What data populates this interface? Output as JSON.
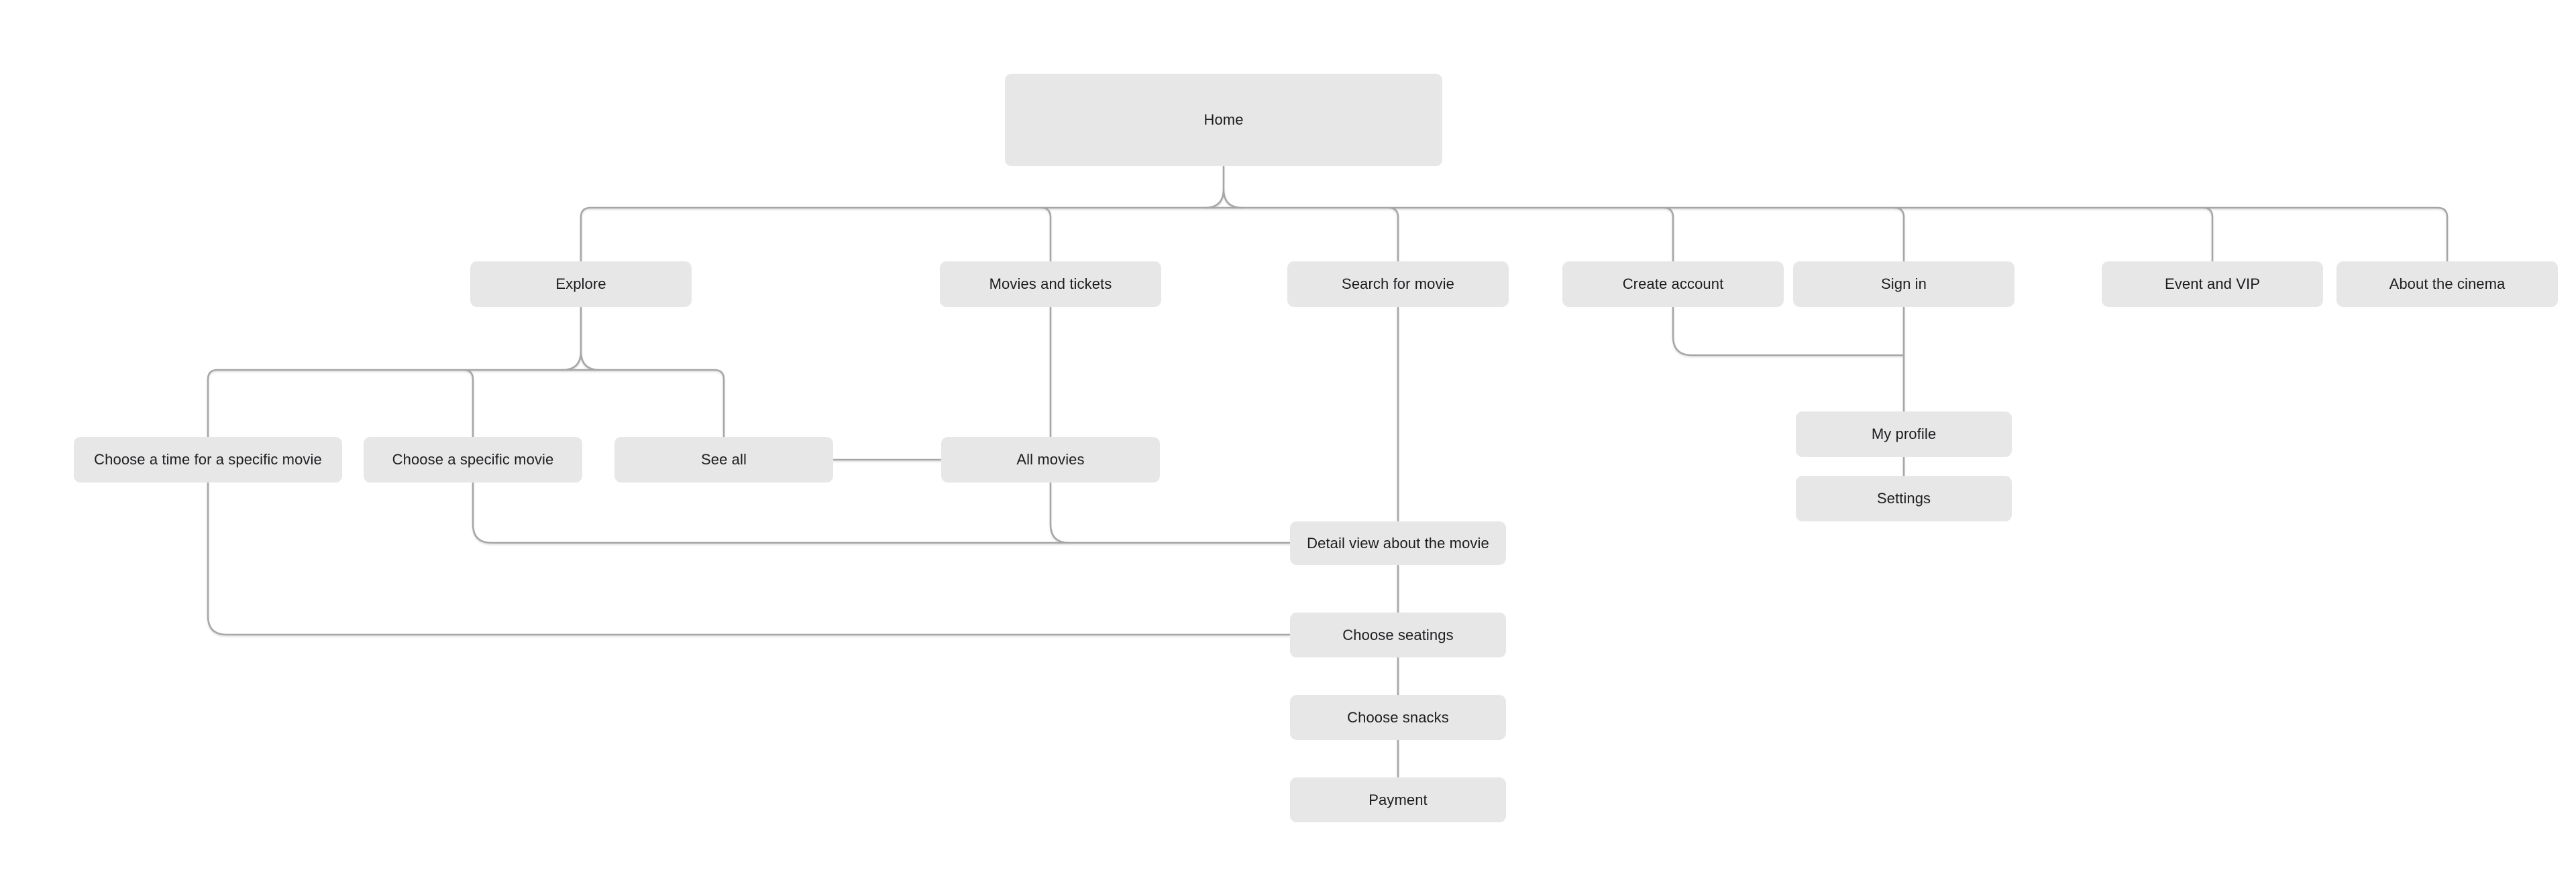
{
  "diagram": {
    "title": "Cinema app sitemap flowchart",
    "type": "sitemap-flowchart",
    "colors": {
      "canvas_background": "#ffffff",
      "node_fill": "#e7e7e8",
      "node_text": "#1d1d1f",
      "connector": "#a6a6a6"
    },
    "nodes": {
      "home": {
        "label": "Home"
      },
      "explore": {
        "label": "Explore"
      },
      "movies_and_tickets": {
        "label": "Movies and tickets"
      },
      "search_for_movie": {
        "label": "Search for movie"
      },
      "create_account": {
        "label": "Create account"
      },
      "sign_in": {
        "label": "Sign in"
      },
      "event_and_vip": {
        "label": "Event and VIP"
      },
      "about_the_cinema": {
        "label": "About the cinema"
      },
      "choose_time_specific_movie": {
        "label": "Choose a time for a specific movie"
      },
      "choose_specific_movie": {
        "label": "Choose a specific movie"
      },
      "see_all": {
        "label": "See all"
      },
      "all_movies": {
        "label": "All movies"
      },
      "my_profile": {
        "label": "My profile"
      },
      "settings": {
        "label": "Settings"
      },
      "detail_view": {
        "label": "Detail view about the movie"
      },
      "choose_seatings": {
        "label": "Choose seatings"
      },
      "choose_snacks": {
        "label": "Choose snacks"
      },
      "payment": {
        "label": "Payment"
      }
    },
    "edges": [
      [
        "home",
        "explore"
      ],
      [
        "home",
        "movies_and_tickets"
      ],
      [
        "home",
        "search_for_movie"
      ],
      [
        "home",
        "create_account"
      ],
      [
        "home",
        "sign_in"
      ],
      [
        "home",
        "event_and_vip"
      ],
      [
        "home",
        "about_the_cinema"
      ],
      [
        "explore",
        "choose_time_specific_movie"
      ],
      [
        "explore",
        "choose_specific_movie"
      ],
      [
        "explore",
        "see_all"
      ],
      [
        "see_all",
        "all_movies"
      ],
      [
        "movies_and_tickets",
        "all_movies"
      ],
      [
        "create_account",
        "my_profile"
      ],
      [
        "sign_in",
        "my_profile"
      ],
      [
        "my_profile",
        "settings"
      ],
      [
        "search_for_movie",
        "detail_view"
      ],
      [
        "choose_specific_movie",
        "detail_view"
      ],
      [
        "all_movies",
        "detail_view"
      ],
      [
        "choose_time_specific_movie",
        "choose_seatings"
      ],
      [
        "detail_view",
        "choose_seatings"
      ],
      [
        "choose_seatings",
        "choose_snacks"
      ],
      [
        "choose_snacks",
        "payment"
      ]
    ]
  }
}
